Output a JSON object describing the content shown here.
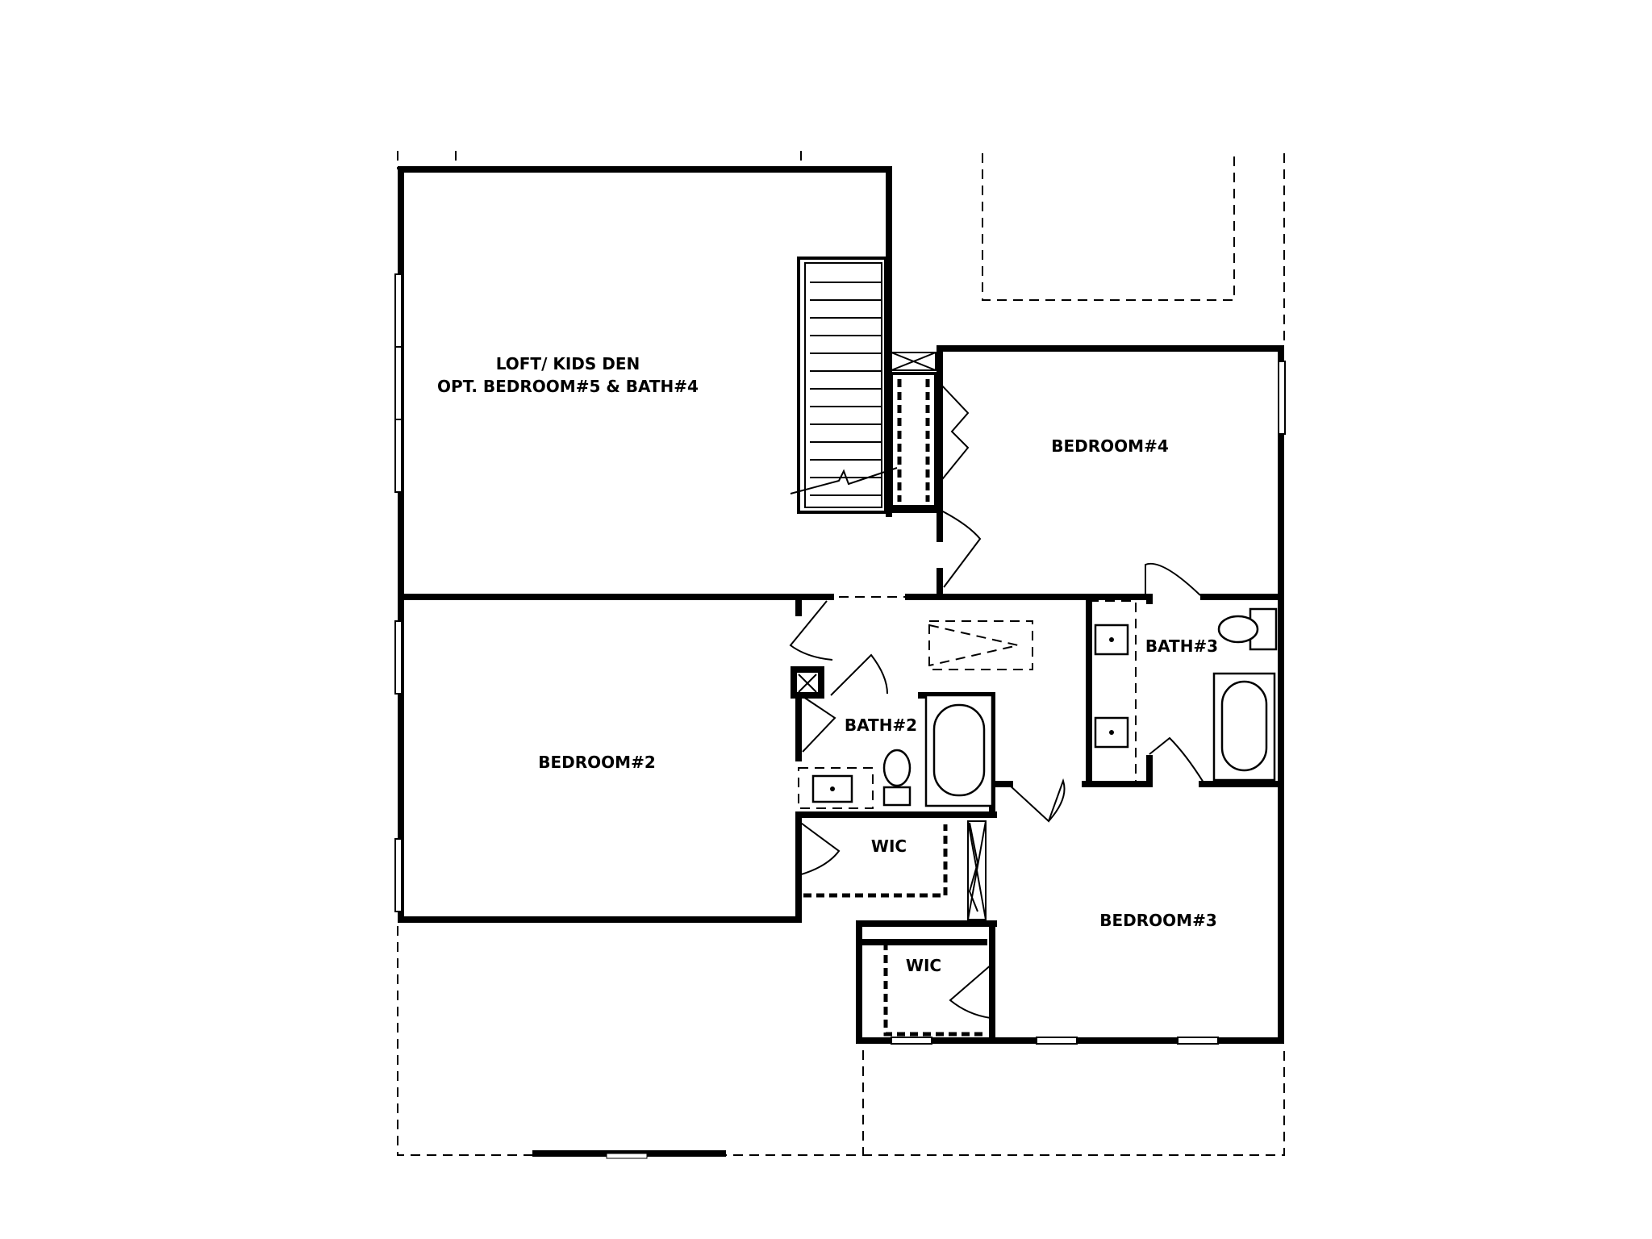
{
  "rooms": {
    "loft_line1": "LOFT/ KIDS DEN",
    "loft_line2": "OPT. BEDROOM#5 & BATH#4",
    "bedroom4": "BEDROOM#4",
    "bedroom2": "BEDROOM#2",
    "bath2": "BATH#2",
    "bath3": "BATH#3",
    "wic_upper": "WIC",
    "wic_lower": "WIC",
    "bedroom3": "BEDROOM#3"
  }
}
